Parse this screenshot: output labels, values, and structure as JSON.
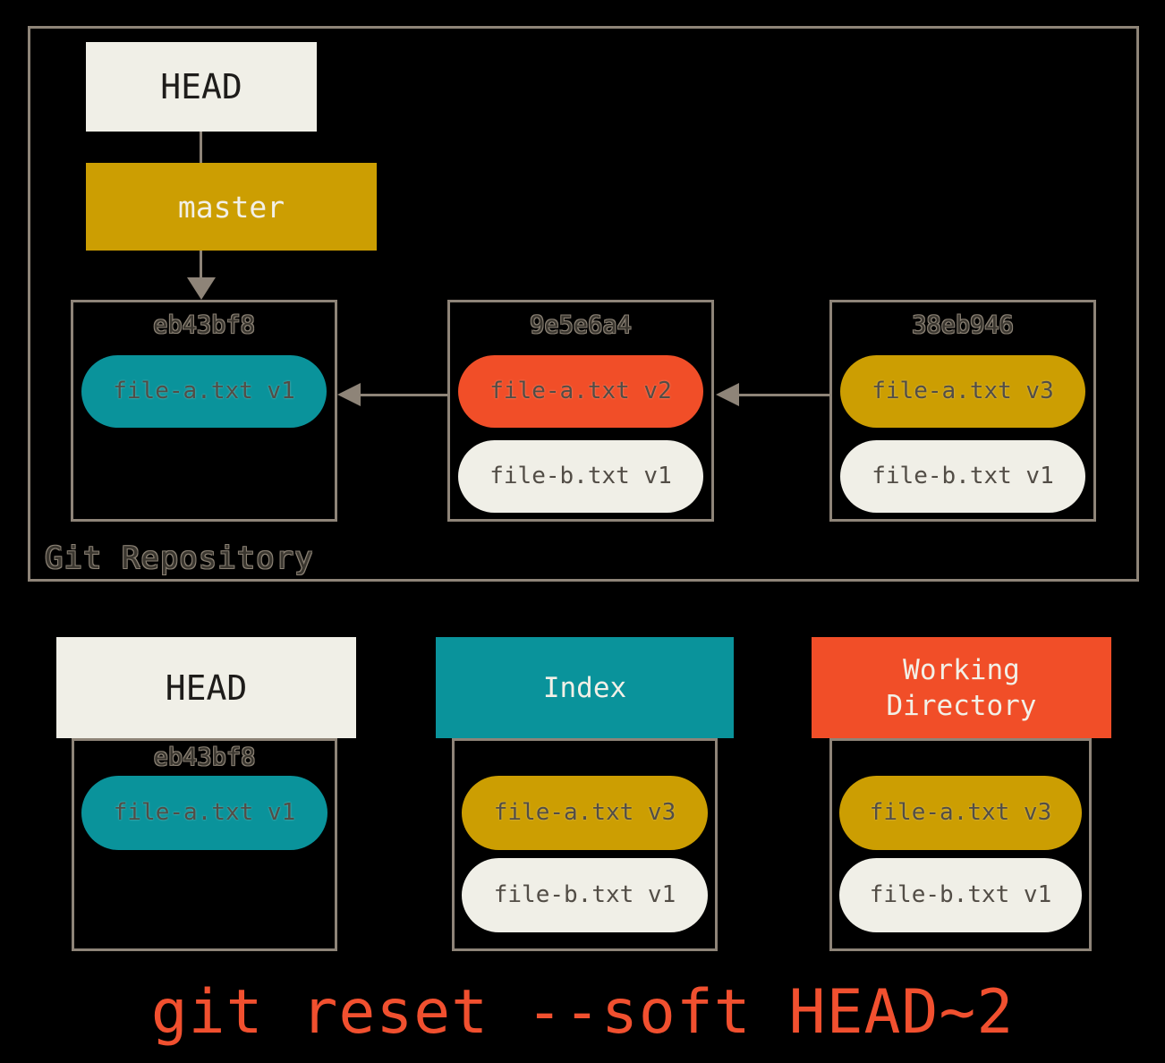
{
  "colors": {
    "bg": "#000000",
    "gray": "#8E8478",
    "cream": "#F0EFE7",
    "gold": "#CC9E02",
    "teal": "#0A939B",
    "red": "#F14E28",
    "caption": "#F1502F",
    "ink": "#1E1C1A",
    "pilltext": "#524D46",
    "halo": "#8A8174"
  },
  "repo": {
    "label": "Git Repository",
    "head_ref": "HEAD",
    "branch": "master",
    "commits": [
      {
        "hash": "eb43bf8",
        "files": [
          {
            "label": "file-a.txt v1",
            "color": "teal"
          }
        ]
      },
      {
        "hash": "9e5e6a4",
        "files": [
          {
            "label": "file-a.txt v2",
            "color": "red"
          },
          {
            "label": "file-b.txt v1",
            "color": "cream"
          }
        ]
      },
      {
        "hash": "38eb946",
        "files": [
          {
            "label": "file-a.txt v3",
            "color": "gold"
          },
          {
            "label": "file-b.txt v1",
            "color": "cream"
          }
        ]
      }
    ]
  },
  "areas": [
    {
      "title": "HEAD",
      "hash": "eb43bf8",
      "files": [
        {
          "label": "file-a.txt v1",
          "color": "teal"
        }
      ]
    },
    {
      "title": "Index",
      "files": [
        {
          "label": "file-a.txt v3",
          "color": "gold"
        },
        {
          "label": "file-b.txt v1",
          "color": "cream"
        }
      ]
    },
    {
      "title": "Working\nDirectory",
      "files": [
        {
          "label": "file-a.txt v3",
          "color": "gold"
        },
        {
          "label": "file-b.txt v1",
          "color": "cream"
        }
      ]
    }
  ],
  "caption": "git reset --soft HEAD~2"
}
